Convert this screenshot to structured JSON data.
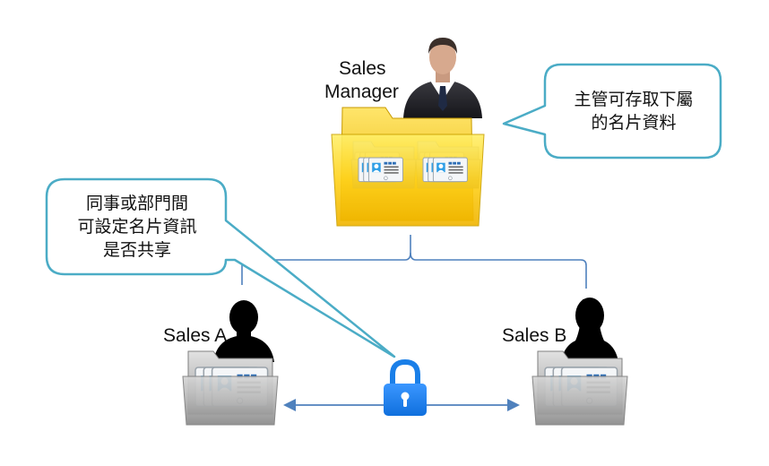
{
  "nodes": {
    "manager": {
      "label_line1": "Sales",
      "label_line2": "Manager"
    },
    "sales_a": {
      "label": "Sales A"
    },
    "sales_b": {
      "label": "Sales B"
    }
  },
  "callouts": {
    "manager_note": {
      "lines": [
        "主管可存取下屬",
        "的名片資料"
      ]
    },
    "share_note": {
      "lines": [
        "同事或部門間",
        "可設定名片資訊",
        "是否共享"
      ]
    }
  },
  "icons": {
    "manager_avatar": "businessman-icon",
    "sales_a_avatar": "male-silhouette-icon",
    "sales_b_avatar": "female-silhouette-icon",
    "lock": "padlock-icon"
  },
  "colors": {
    "folder_yellow": "#f5c400",
    "folder_grey": "#9a9a9a",
    "connector_blue": "#4f81bd",
    "bubble_border": "#4bacc6",
    "lock_blue": "#1a7fe8"
  }
}
